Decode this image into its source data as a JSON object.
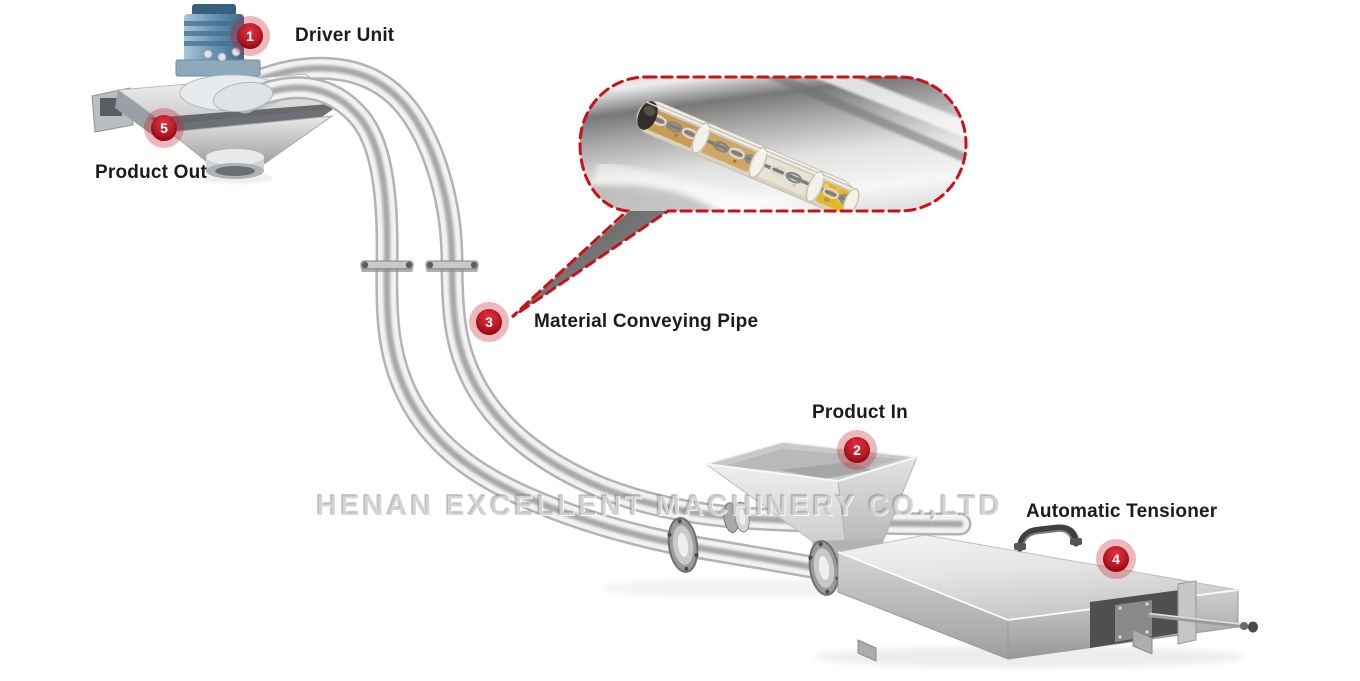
{
  "diagram": {
    "watermark": "HENAN EXCELLENT MACHINERY CO.,LTD",
    "annotations": [
      {
        "number": "1",
        "label": "Driver Unit"
      },
      {
        "number": "2",
        "label": "Product In"
      },
      {
        "number": "3",
        "label": "Material Conveying Pipe"
      },
      {
        "number": "4",
        "label": "Automatic Tensioner"
      },
      {
        "number": "5",
        "label": "Product Out"
      }
    ],
    "colors": {
      "background": "#ffffff",
      "marker_red": "#c11622",
      "marker_halo": "#e79aa0",
      "callout_border": "#cc1016",
      "label_text": "#1b1b1b",
      "watermark_gray": "#b0b0b0",
      "motor_blue": "#6d97b4",
      "pipe_silver": "#f2f2f2",
      "material_tan": "#cda45e",
      "material_flour": "#e9e2cf",
      "material_corn": "#e4bb2e"
    }
  }
}
